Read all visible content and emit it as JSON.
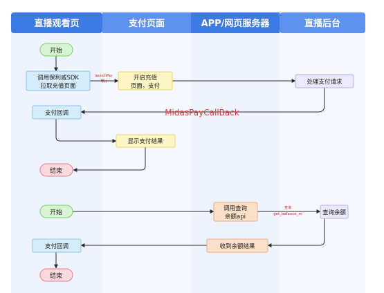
{
  "lanes": [
    "直播观看页",
    "支付页面",
    "APP/网页服务器",
    "直播后台"
  ],
  "flow1": {
    "start": "开始",
    "call_sdk_line1": "调用保利威SDK",
    "call_sdk_line2": "拉取充值页面",
    "launch_label_line1": "launchPay",
    "launch_label_line2": "等()",
    "open_pay_line1": "开启充值",
    "open_pay_line2": "页面，支付",
    "handle_request": "处理支付请求",
    "callback_label": "MidasPayCallBack",
    "pay_callback": "支付回调",
    "show_result": "显示支付结果",
    "end": "结束"
  },
  "flow2": {
    "start": "开始",
    "query_api_line1": "调用查询",
    "query_api_line2": "余额api",
    "query_label_line1": "查询",
    "query_label_line2": "get_balance_m",
    "query_balance": "查询余额",
    "receive_result": "收到余额结果",
    "pay_callback": "支付回调",
    "end": "结束"
  },
  "colors": {
    "header_a": "#3d7ae6",
    "header_b": "#5d92f0",
    "lane_a": "#eef3fd",
    "lane_b": "#f5f8fe",
    "start_fill": "#d8f5d3",
    "start_stroke": "#7ccd6f",
    "end_fill": "#fbd9dc",
    "end_stroke": "#ea7d88",
    "blue_fill": "#d5ecfb",
    "blue_stroke": "#8cc6ee",
    "yellow_fill": "#fff6c6",
    "yellow_stroke": "#ead36a",
    "purple_fill": "#ece9fb",
    "purple_stroke": "#b9b0ea",
    "orange_fill": "#fde0c9",
    "orange_stroke": "#efae7e",
    "arrow": "#2a2a2a",
    "accent_red": "#e23a3a"
  }
}
